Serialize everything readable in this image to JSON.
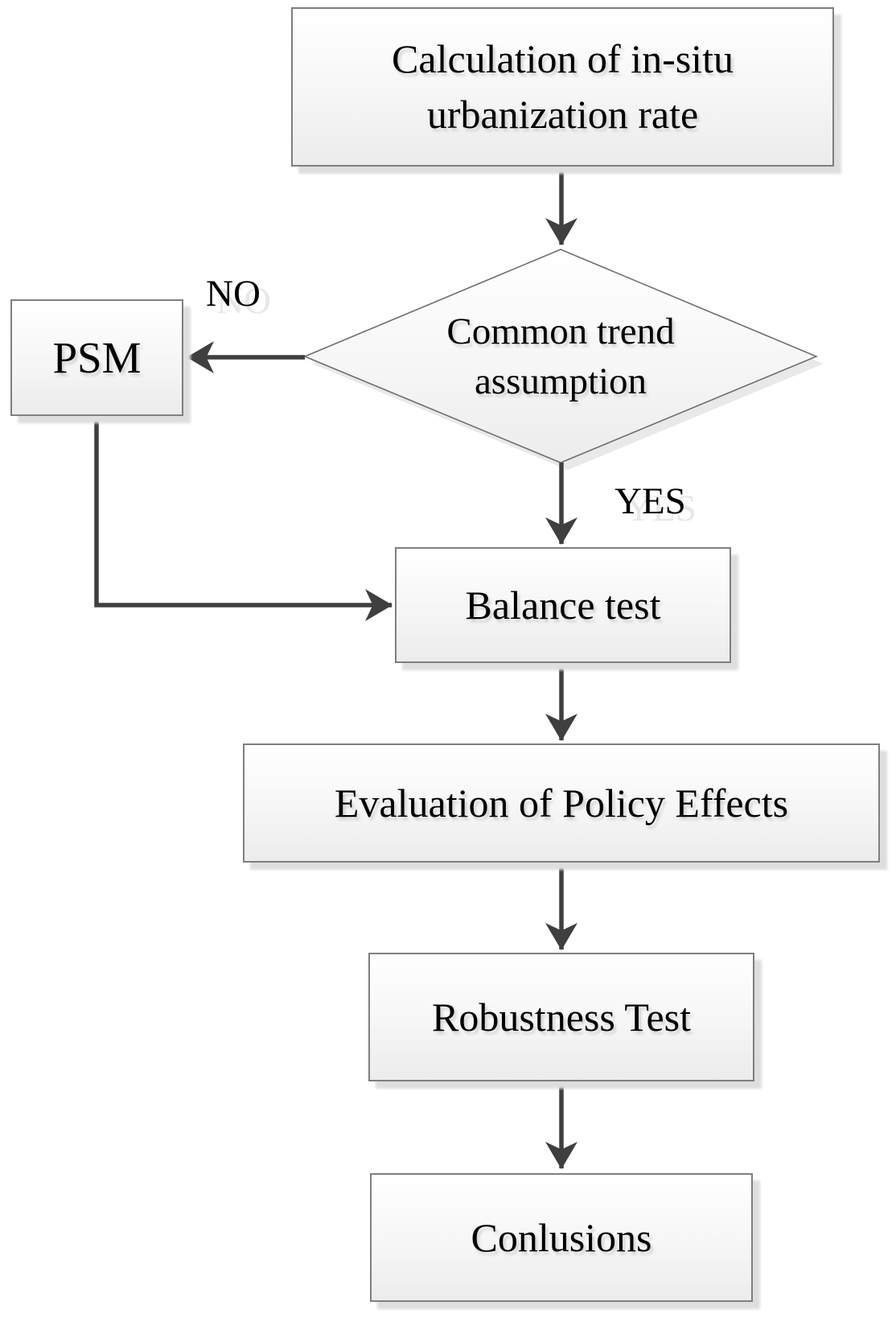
{
  "diagram": {
    "title": "Flowchart of in-situ urbanization policy evaluation",
    "nodes": {
      "calc": {
        "type": "process",
        "lines": [
          "Calculation of in-situ",
          "urbanization rate"
        ]
      },
      "decision": {
        "type": "decision",
        "lines": [
          "Common trend",
          "assumption"
        ]
      },
      "psm": {
        "type": "process",
        "label": "PSM"
      },
      "balance": {
        "type": "process",
        "label": "Balance test"
      },
      "evaluation": {
        "type": "process",
        "label": "Evaluation of Policy Effects"
      },
      "robustness": {
        "type": "process",
        "label": "Robustness Test"
      },
      "conclusions": {
        "type": "process",
        "label": "Conlusions"
      }
    },
    "edges": {
      "no_label": "NO",
      "yes_label": "YES",
      "connections": [
        "calc -> decision",
        "decision -(NO)-> psm",
        "decision -(YES)-> balance",
        "psm -> balance",
        "balance -> evaluation",
        "evaluation -> robustness",
        "robustness -> conclusions"
      ]
    },
    "colors": {
      "line": "#3f3f3f",
      "border": "#7f7f7f",
      "fill_top": "#ffffff",
      "fill_bottom": "#ececec",
      "shadow": "#dedede"
    }
  }
}
